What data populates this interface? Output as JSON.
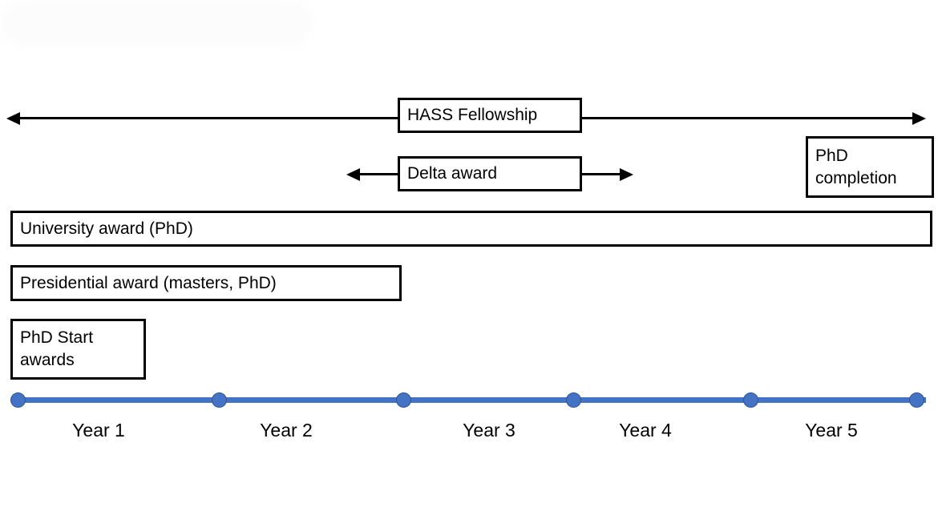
{
  "diagram": {
    "title_artifact": "",
    "colors": {
      "timeline_blue": "#4472C4",
      "timeline_dot_border": "#2F5597",
      "box_border": "#000000",
      "background": "#FFFFFF"
    },
    "boxes": [
      {
        "id": "hass-fellowship",
        "label": "HASS Fellowship"
      },
      {
        "id": "delta-award",
        "label": "Delta award"
      },
      {
        "id": "phd-completion",
        "label": "PhD\ncompletion"
      },
      {
        "id": "university-award",
        "label": "University award (PhD)"
      },
      {
        "id": "presidential-award",
        "label": "Presidential award (masters, PhD)"
      },
      {
        "id": "phd-start-awards",
        "label": "PhD Start\nawards"
      }
    ],
    "timeline": {
      "years": [
        {
          "label": "Year 1"
        },
        {
          "label": "Year 2"
        },
        {
          "label": "Year 3"
        },
        {
          "label": "Year 4"
        },
        {
          "label": "Year 5"
        }
      ],
      "milestone_count": 6
    }
  }
}
